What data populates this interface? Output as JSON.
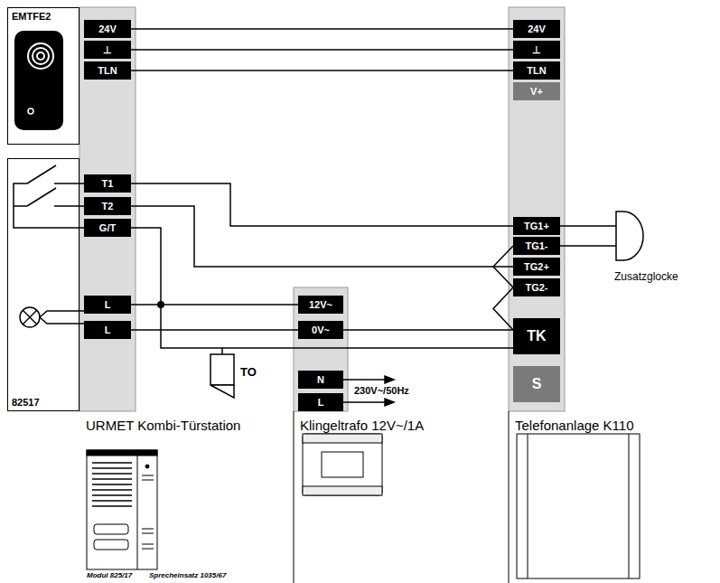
{
  "diagram": {
    "nodes": [
      {
        "text": [
          "EMTFE2"
        ]
      },
      {
        "text": [
          "24V"
        ]
      },
      {
        "text": [
          "⊥"
        ]
      },
      {
        "text": [
          "TLN"
        ]
      },
      {
        "text": [
          "24V"
        ]
      },
      {
        "text": [
          "⊥"
        ]
      },
      {
        "text": [
          "TLN"
        ]
      },
      {
        "text": [
          "V+"
        ]
      },
      {
        "text": [
          "82517"
        ]
      },
      {
        "text": [
          "T1"
        ]
      },
      {
        "text": [
          "T2"
        ]
      },
      {
        "text": [
          "G/T"
        ]
      },
      {
        "text": [
          "L"
        ]
      },
      {
        "text": [
          "L"
        ]
      },
      {
        "text": [
          "12V~"
        ]
      },
      {
        "text": [
          "0V~"
        ]
      },
      {
        "text": [
          "N"
        ]
      },
      {
        "text": [
          "L"
        ]
      },
      {
        "text": [
          "TG1+"
        ]
      },
      {
        "text": [
          "TG1-"
        ]
      },
      {
        "text": [
          "TG2+"
        ]
      },
      {
        "text": [
          "TG2-"
        ]
      },
      {
        "text": [
          "TK"
        ]
      },
      {
        "text": [
          "S"
        ]
      }
    ],
    "edges": [
      {
        "from": 1,
        "to": 4,
        "arrow": "none"
      },
      {
        "from": 2,
        "to": 5,
        "arrow": "none"
      },
      {
        "from": 3,
        "to": 6,
        "arrow": "none"
      },
      {
        "from": 9,
        "to": 18,
        "arrow": "none"
      },
      {
        "from": 10,
        "to": 20,
        "arrow": "none"
      },
      {
        "from": 11,
        "to": 22,
        "arrow": "none"
      },
      {
        "from": 12,
        "to": 14,
        "arrow": "none"
      },
      {
        "from": 13,
        "to": 15,
        "arrow": "none"
      },
      {
        "from": 15,
        "to": 22,
        "arrow": "none"
      },
      {
        "from": 19,
        "to": 21,
        "arrow": "none"
      },
      {
        "from": 21,
        "to": 22,
        "arrow": "none"
      }
    ],
    "labels": [
      "230V~/50Hz",
      "TO",
      "Zusatzglocke",
      "URMET Kombi-Türstation",
      "Modul 825/17",
      "Sprecheinsatz 1035/67",
      "Klingeltrafo 12V~/1A",
      "Telefonanlage K110"
    ]
  }
}
